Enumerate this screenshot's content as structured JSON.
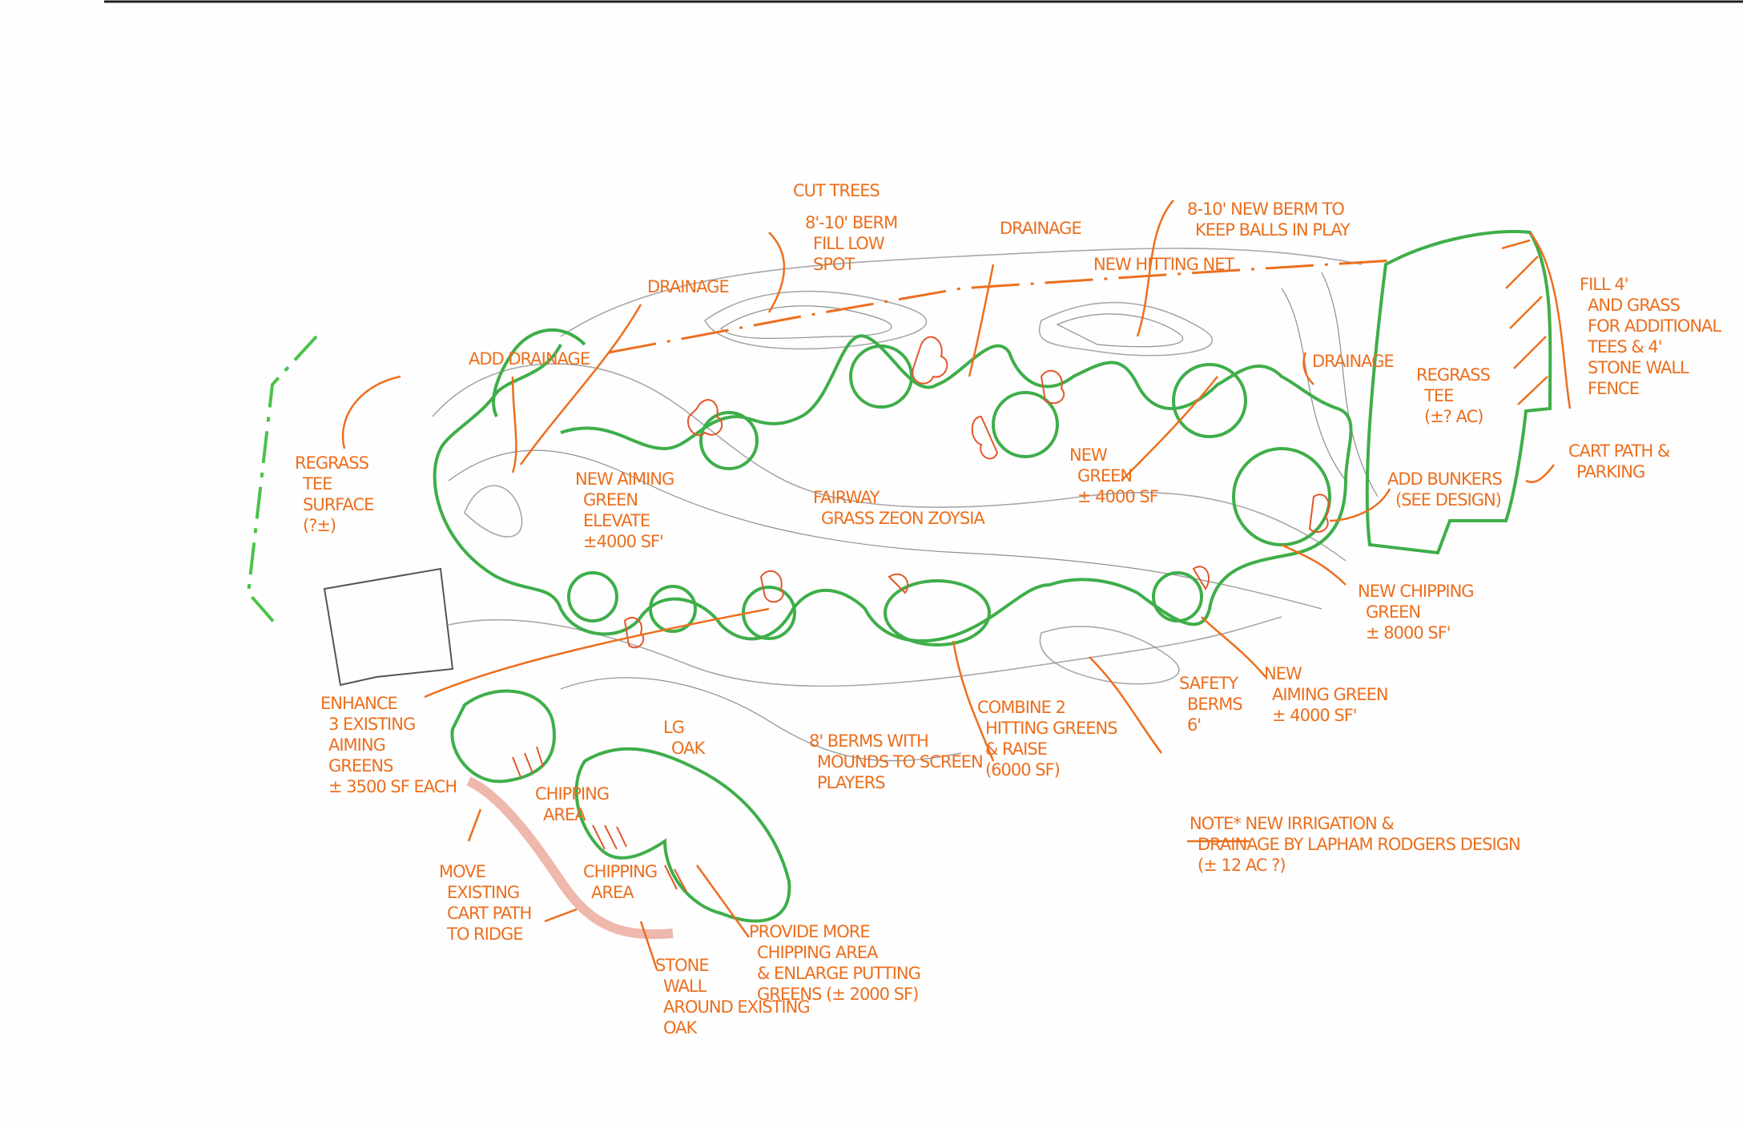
{
  "title": "Practice facility concept sketch",
  "colors": {
    "annotation": "#ec6f1e",
    "green_outline": "#3fae4a",
    "contour": "#8a8a8a",
    "cart_path": "#e89a8a"
  },
  "labels": [
    {
      "id": "cut-trees",
      "lines": [
        "CUT TREES"
      ]
    },
    {
      "id": "berm-fill",
      "lines": [
        "8'-10' BERM",
        "FILL LOW",
        "SPOT"
      ]
    },
    {
      "id": "drainage-top",
      "lines": [
        "DRAINAGE"
      ]
    },
    {
      "id": "drainage-left",
      "lines": [
        "DRAINAGE"
      ]
    },
    {
      "id": "new-berm",
      "lines": [
        "8-10' NEW BERM TO",
        "KEEP BALLS IN PLAY"
      ]
    },
    {
      "id": "hitting-net",
      "lines": [
        "NEW HITTING NET"
      ]
    },
    {
      "id": "add-drainage",
      "lines": [
        "ADD DRAINAGE"
      ]
    },
    {
      "id": "regrass-tee-surface",
      "lines": [
        "REGRASS",
        "TEE",
        "SURFACE",
        "(?±)"
      ]
    },
    {
      "id": "new-aiming-green-left",
      "lines": [
        "NEW AIMING",
        "GREEN",
        "ELEVATE",
        "±4000 SF'"
      ]
    },
    {
      "id": "fairway-grass",
      "lines": [
        "FAIRWAY",
        "GRASS  ZEON ZOYSIA"
      ]
    },
    {
      "id": "new-green-center",
      "lines": [
        "NEW",
        "GREEN",
        "± 4000 SF"
      ]
    },
    {
      "id": "drainage-right",
      "lines": [
        "DRAINAGE"
      ]
    },
    {
      "id": "regrass-tee",
      "lines": [
        "REGRASS",
        "TEE",
        "(±? AC)"
      ]
    },
    {
      "id": "fill-4",
      "lines": [
        "FILL 4'",
        "AND GRASS",
        "FOR ADDITIONAL",
        "TEES & 4'",
        "STONE WALL",
        "FENCE"
      ]
    },
    {
      "id": "cart-path-parking",
      "lines": [
        "CART PATH &",
        "PARKING"
      ]
    },
    {
      "id": "add-bunkers",
      "lines": [
        "ADD BUNKERS",
        "(SEE DESIGN)"
      ]
    },
    {
      "id": "new-chipping-green",
      "lines": [
        "NEW CHIPPING",
        "GREEN",
        "± 8000 SF'"
      ]
    },
    {
      "id": "new-aiming-green-right",
      "lines": [
        "NEW",
        "AIMING GREEN",
        "± 4000 SF'"
      ]
    },
    {
      "id": "safety-berms",
      "lines": [
        "SAFETY",
        "BERMS",
        "6'"
      ]
    },
    {
      "id": "combine-greens",
      "lines": [
        "COMBINE 2",
        "HITTING GREENS",
        "& RAISE",
        "(6000 SF)"
      ]
    },
    {
      "id": "berms-mounds",
      "lines": [
        "8' BERMS WITH",
        "MOUNDS TO SCREEN",
        "PLAYERS"
      ]
    },
    {
      "id": "enhance-greens",
      "lines": [
        "ENHANCE",
        "3 EXISTING",
        "AIMING",
        "GREENS",
        "± 3500 SF EACH"
      ]
    },
    {
      "id": "lg-oak",
      "lines": [
        "LG",
        "OAK"
      ]
    },
    {
      "id": "chipping-area-1",
      "lines": [
        "CHIPPING",
        "AREA"
      ]
    },
    {
      "id": "chipping-area-2",
      "lines": [
        "CHIPPING",
        "AREA"
      ]
    },
    {
      "id": "move-cart-path",
      "lines": [
        "MOVE",
        "EXISTING",
        "CART PATH",
        "TO RIDGE"
      ]
    },
    {
      "id": "stone-wall",
      "lines": [
        "STONE",
        "WALL",
        "AROUND EXISTING",
        "OAK"
      ]
    },
    {
      "id": "provide-chipping",
      "lines": [
        "PROVIDE MORE",
        "CHIPPING AREA",
        "& ENLARGE PUTTING",
        "GREENS (± 2000 SF)"
      ]
    },
    {
      "id": "note-irrigation",
      "lines": [
        "NOTE* NEW IRRIGATION &",
        "DRAINAGE BY LAPHAM RODGERS DESIGN",
        "(± 12 AC ?)"
      ]
    }
  ]
}
